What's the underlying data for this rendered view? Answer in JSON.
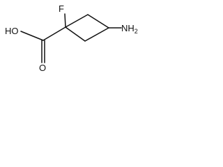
{
  "structure": {
    "atoms": {
      "fluorine": "F",
      "hydroxyl": "HO",
      "amine_main": "NH",
      "amine_subscript": "2",
      "carbonyl_oxygen": "O"
    },
    "colors": {
      "ink": "#111111",
      "background": "#ffffff"
    }
  }
}
